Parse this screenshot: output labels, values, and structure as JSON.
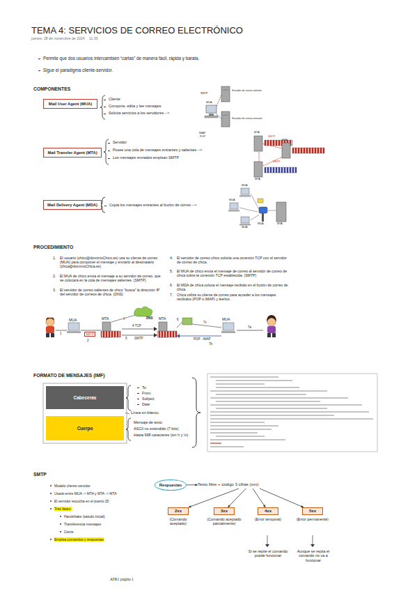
{
  "diagram": {
    "title": "TEMA 4: SERVICIOS DE CORREO ELECTRÓNICO",
    "nodes": [
      {
        "text": [
          "Mail User Agent (MUA)"
        ]
      },
      {
        "text": [
          "Mail Transfer Agent (MTA)"
        ]
      },
      {
        "text": [
          "Mail Delivery Agent (MDA)"
        ]
      },
      {
        "text": [
          "Cabeceras"
        ]
      },
      {
        "text": [
          "Cuerpo"
        ]
      },
      {
        "text": [
          "Respuestas"
        ]
      },
      {
        "text": [
          "Texto libre + código 3 cifras (xxx)"
        ]
      },
      {
        "text": [
          "2xx"
        ]
      },
      {
        "text": [
          "3xx"
        ]
      },
      {
        "text": [
          "4xx"
        ]
      },
      {
        "text": [
          "5xx"
        ]
      }
    ],
    "edges": [
      {
        "from": 5,
        "to": 6,
        "arrow": "to"
      },
      {
        "from": 6,
        "to": 7,
        "arrow": "to"
      },
      {
        "from": 6,
        "to": 8,
        "arrow": "to"
      },
      {
        "from": 6,
        "to": 9,
        "arrow": "to"
      },
      {
        "from": 6,
        "to": 10,
        "arrow": "to"
      }
    ],
    "labels": [
      "jueves, 28 de noviembre de 2024",
      "11:35",
      "Permite que dos usuarios intercambien “cartas” de manera fácil, rápida y barata.",
      "Sigue el paradigma cliente-servidor.",
      "COMPONENTES",
      "Cliente",
      "Compone, edita y lee mensajes",
      "Solicita servicios a los servidores -->",
      "SMTP",
      "Servidor de correo saliente",
      "MUA",
      "IMAP",
      "POP",
      "Servidor de correo entrante",
      "Servidor",
      "Posee una cola de mensajes entrantes y salientes -->",
      "Los mensajes enviados emplean SMTP",
      "MTA",
      "SMTP",
      "MTA",
      "SMTP",
      "MTA",
      "Copia los mensajes entrantes al buzón de correo -->",
      "MUA",
      "MUA",
      "MUA",
      "MDA",
      "MTA",
      "PROCEDIMIENTO",
      "1.",
      "El usuario (chico@dominioChico.es) usa su cliente de correo (MUA) para componer el mensaje y enviarlo al destinatario (chica@dominioChica.es)",
      "2.",
      "El MUA de chico envía el mensaje a su servidor de correo, que se colocará en la cola de mensajes salientes. (SMTP)",
      "3.",
      "El servidor de correo salientes de chico “busca” la dirección IP del servidor de correos de chica. (DNS)",
      "4.",
      "El servidor de correo chico solicita una conexión TCP con el servidor de correo de chica.",
      "5.",
      "El MUA de chico envía el mensaje de correo al servidor de correo de chica sobre la conexión TCP establecida. (SMTP)",
      "6.",
      "El MDA de chica coloca el mensaje recibido en el buzón de correo de chica.",
      "7.",
      "Chica utiliza su cliente de correo para acceder a los mensajes recibidos (POP o IMAP) y leerlos.",
      "MUA",
      "1",
      "SMTP",
      "2",
      "MTA",
      "3",
      "DNS",
      "4 TCP",
      "5",
      "SMTP",
      "MTA",
      "6",
      "7c",
      "7a",
      "POP - IMAP",
      "7b",
      "MUA",
      "FORMATO DE MENSAJES (IMF)",
      "To:",
      "From:",
      "Subject:",
      "Date:",
      "Línea en blanco",
      "Mensaje de texto",
      "ASCII no extendido (7 bits)",
      "Hasta 998 caracteres (sin \\r y \\n)",
      "SMTP",
      "Modelo cliente-servidor",
      "Usado entre MUA -> MTA y MTA -> MTA",
      "El servidor escucha en el puerto 25",
      "Tres fases:",
      "Handshake (saludo inicial)",
      "Transferencia mensajes",
      "Cierre",
      "Emplea comandos y respuestas",
      "(Comando aceptado)",
      "(Comando aceptado parcialmente)",
      "(Error temporal)",
      "(Error permanente)",
      "Si se repite el comando puede funcionar",
      "Aunque se repita el comando no va a funcionar",
      "ATR1 página 1"
    ]
  }
}
